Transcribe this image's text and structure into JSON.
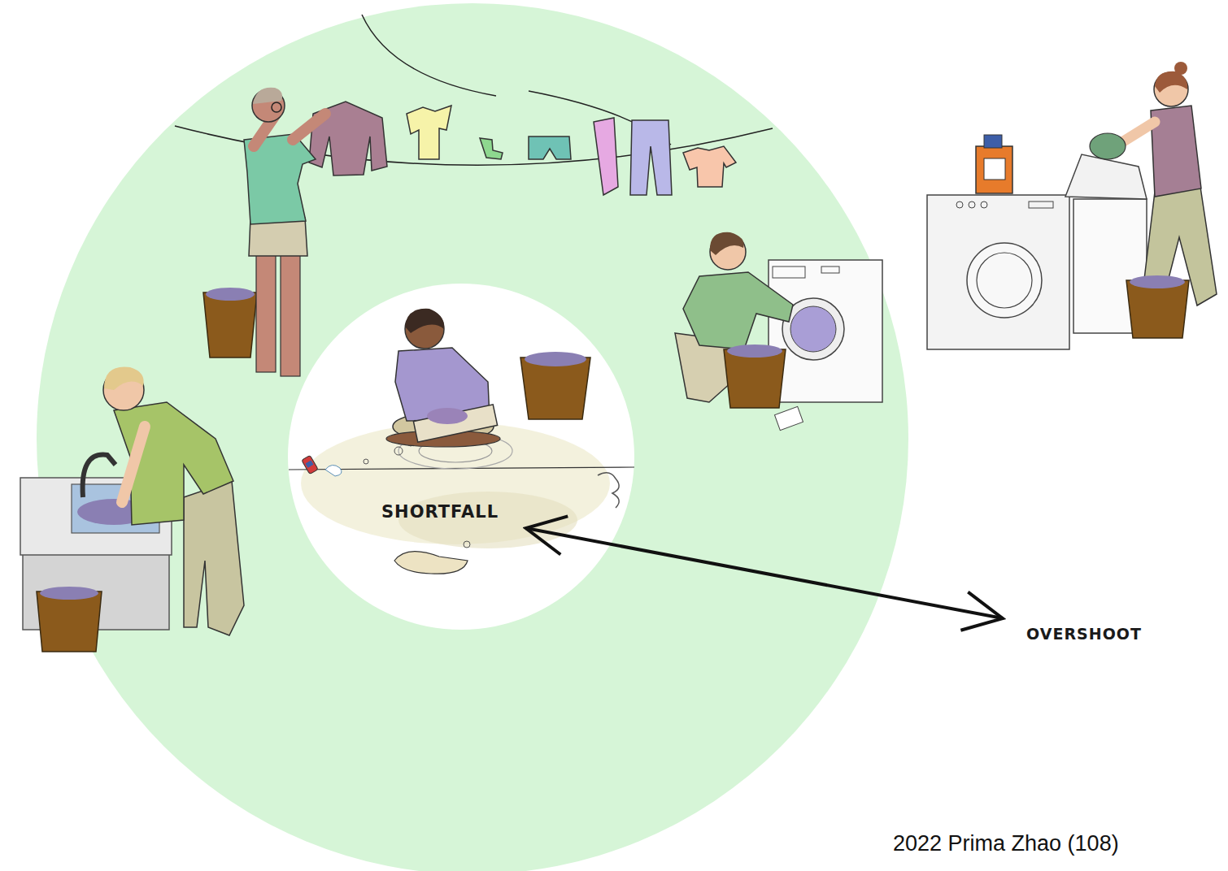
{
  "diagram": {
    "nodes": [
      {
        "text": [
          "SHORTFALL"
        ]
      },
      {
        "text": [
          "OVERSHOOT"
        ]
      }
    ],
    "edges": [
      {
        "from": 0,
        "to": 1,
        "arrow": "both"
      }
    ],
    "labels": [
      "2022 Prima Zhao (108)"
    ]
  }
}
